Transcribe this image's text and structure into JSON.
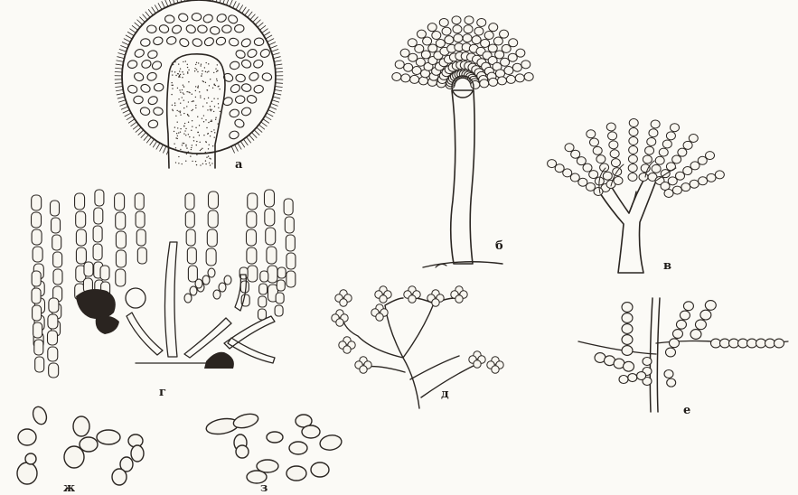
{
  "figure": {
    "panels": [
      {
        "id": "a",
        "label": "а"
      },
      {
        "id": "b",
        "label": "б"
      },
      {
        "id": "v",
        "label": "в"
      },
      {
        "id": "g",
        "label": "г"
      },
      {
        "id": "d",
        "label": "д"
      },
      {
        "id": "e",
        "label": "е"
      },
      {
        "id": "zh",
        "label": "ж"
      },
      {
        "id": "z",
        "label": "з"
      }
    ],
    "colors": {
      "ink": "#2b2622",
      "paper": "#fbfaf6"
    }
  }
}
